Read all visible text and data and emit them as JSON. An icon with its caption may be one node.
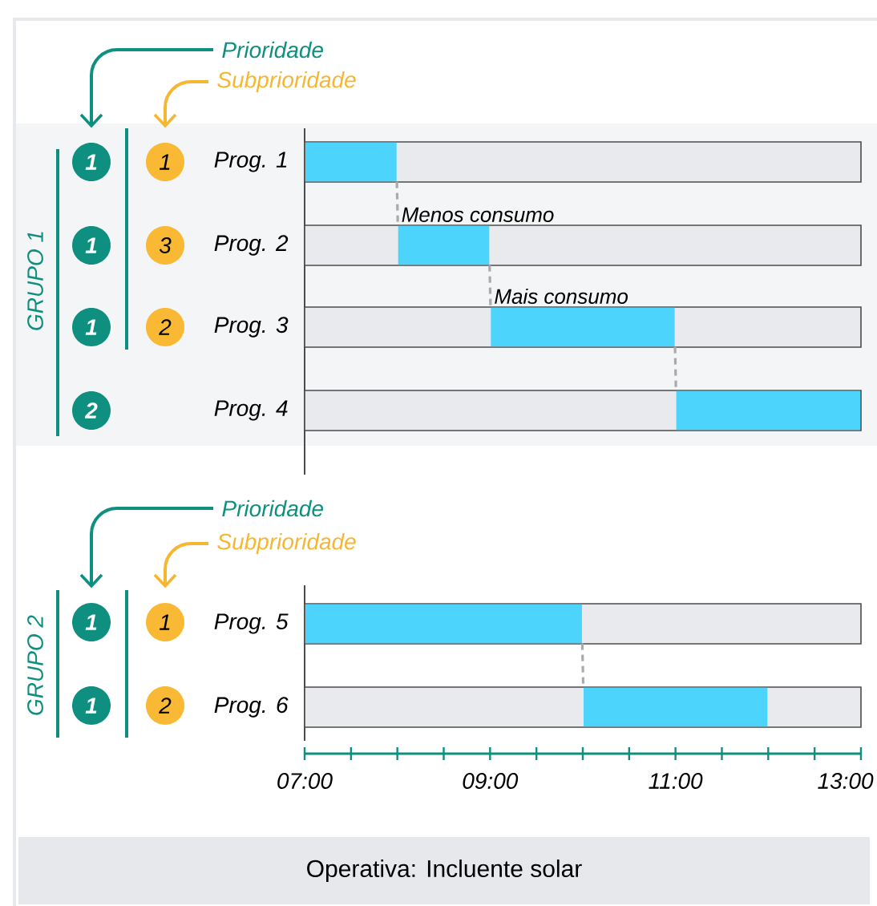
{
  "diagram": {
    "nodes": [
      {
        "text": [
          "Prioridade"
        ]
      },
      {
        "text": [
          "Subprioridade"
        ]
      },
      {
        "text": [
          "1"
        ]
      },
      {
        "text": [
          "1"
        ]
      },
      {
        "text": [],
        "shape": "bar"
      },
      {
        "text": [],
        "shape": "bar",
        "in": 4
      },
      {
        "text": [
          "1"
        ]
      },
      {
        "text": [
          "3"
        ]
      },
      {
        "text": [],
        "shape": "bar"
      },
      {
        "text": [],
        "shape": "bar",
        "in": 8,
        "beside": [
          "Menos consumo"
        ]
      },
      {
        "text": [
          "1"
        ]
      },
      {
        "text": [
          "2"
        ]
      },
      {
        "text": [],
        "shape": "bar"
      },
      {
        "text": [],
        "shape": "bar",
        "in": 12,
        "beside": [
          "Mais consumo"
        ]
      },
      {
        "text": [
          "2"
        ]
      },
      {
        "text": [],
        "shape": "bar"
      },
      {
        "text": [],
        "shape": "bar",
        "in": 15
      },
      {
        "text": [
          "Prioridade"
        ]
      },
      {
        "text": [
          "Subprioridade"
        ]
      },
      {
        "text": [
          "1"
        ]
      },
      {
        "text": [
          "1"
        ]
      },
      {
        "text": [],
        "shape": "bar"
      },
      {
        "text": [],
        "shape": "bar",
        "in": 21
      },
      {
        "text": [
          "1"
        ]
      },
      {
        "text": [
          "2"
        ]
      },
      {
        "text": [],
        "shape": "bar"
      },
      {
        "text": [],
        "shape": "bar",
        "in": 25
      },
      {
        "text": [
          "Operativa: Incluente solar"
        ]
      }
    ],
    "edges": [
      {
        "from": 0,
        "to": 2,
        "arrow": "to",
        "color": "#0e8f80"
      },
      {
        "from": 1,
        "to": 3,
        "arrow": "to",
        "color": "#f5b731"
      },
      {
        "from": 5,
        "to": 9,
        "arrow": "none",
        "style": "dashed"
      },
      {
        "from": 9,
        "to": 13,
        "arrow": "none",
        "style": "dashed"
      },
      {
        "from": 13,
        "to": 16,
        "arrow": "none",
        "style": "dashed"
      },
      {
        "from": 17,
        "to": 19,
        "arrow": "to",
        "color": "#0e8f80"
      },
      {
        "from": 18,
        "to": 20,
        "arrow": "to",
        "color": "#f5b731"
      },
      {
        "from": 22,
        "to": 26,
        "arrow": "none",
        "style": "dashed"
      }
    ],
    "labels": [
      "GRUPO 1",
      "Prog. 1",
      "Prog. 2",
      "Prog. 3",
      "Prog. 4",
      "GRUPO 2",
      "Prog. 5",
      "Prog. 6",
      "07:00",
      "09:00",
      "11:00",
      "13:00"
    ]
  }
}
